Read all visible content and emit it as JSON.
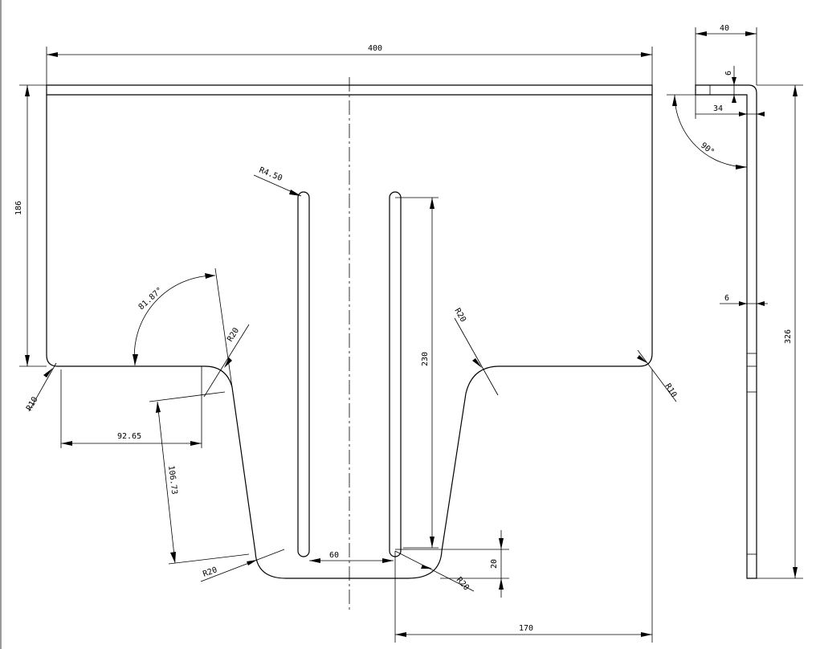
{
  "dimensions": {
    "overall_width": "400",
    "left_height": "186",
    "slot_radius": "R4.50",
    "angle": "81.87°",
    "fillet_r20_upper_left": "R20",
    "fillet_r10_left": "R10",
    "step_width": "92.65",
    "slant_length": "106.73",
    "fillet_r20_lower_left": "R20",
    "slot_gap": "60",
    "slot_length": "230",
    "fillet_r20_right": "R20",
    "fillet_r10_right": "R10",
    "tab_height": "20",
    "fillet_r20_bottom_right": "R20",
    "right_width": "170"
  },
  "side_view": {
    "flange_width": "40",
    "thickness_top": "6",
    "inner_length": "34",
    "bend_angle": "90°",
    "thickness": "6",
    "total_height": "326"
  }
}
